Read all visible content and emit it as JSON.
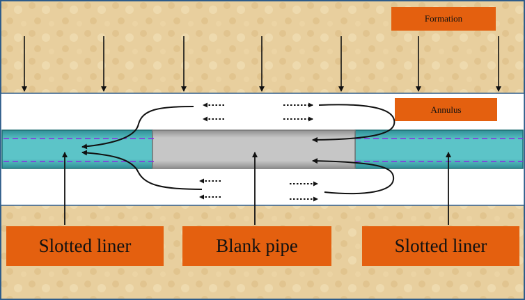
{
  "labels": {
    "formation": "Formation",
    "annulus": "Annulus",
    "slotted_liner_left": "Slotted liner",
    "blank_pipe": "Blank pipe",
    "slotted_liner_right": "Slotted liner"
  },
  "colors": {
    "formation": "#e8cf9e",
    "annulus": "#ffffff",
    "slotted_liner": "#5cc4c8",
    "blank_pipe": "#c4c4c4",
    "label_fill": "#e4600f",
    "dashed_line": "#8a2be2",
    "border": "#2e5c8a"
  }
}
